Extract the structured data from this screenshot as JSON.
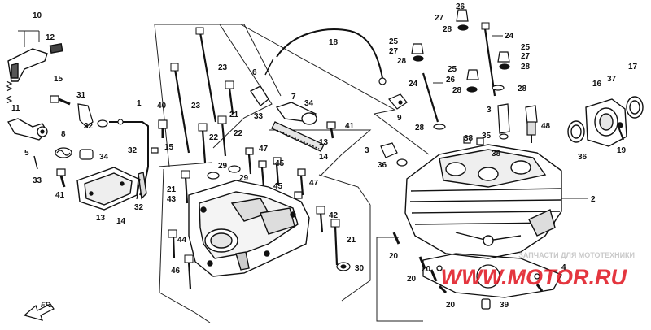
{
  "watermark": {
    "caption": "ЗАПЧАСТИ ДЛЯ МОТОТЕХНИКИ",
    "brand": "WWW.MOTOR.RU"
  },
  "direction_label": "FR.",
  "callouts": [
    {
      "id": "c1",
      "label": "10"
    },
    {
      "id": "c2",
      "label": "12"
    },
    {
      "id": "c3",
      "label": "15"
    },
    {
      "id": "c4",
      "label": "11"
    },
    {
      "id": "c5",
      "label": "31"
    },
    {
      "id": "c6",
      "label": "1"
    },
    {
      "id": "c7",
      "label": "40"
    },
    {
      "id": "c8",
      "label": "32"
    },
    {
      "id": "c9",
      "label": "5"
    },
    {
      "id": "c10",
      "label": "8"
    },
    {
      "id": "c11",
      "label": "34"
    },
    {
      "id": "c12",
      "label": "33"
    },
    {
      "id": "c13",
      "label": "41"
    },
    {
      "id": "c14",
      "label": "13"
    },
    {
      "id": "c15",
      "label": "14"
    },
    {
      "id": "c16",
      "label": "32"
    },
    {
      "id": "c17",
      "label": "15"
    },
    {
      "id": "c18",
      "label": "32"
    },
    {
      "id": "c19",
      "label": "23"
    },
    {
      "id": "c20",
      "label": "23"
    },
    {
      "id": "c21",
      "label": "21"
    },
    {
      "id": "c22",
      "label": "22"
    },
    {
      "id": "c23",
      "label": "22"
    },
    {
      "id": "c24",
      "label": "6"
    },
    {
      "id": "c25",
      "label": "18"
    },
    {
      "id": "c26",
      "label": "7"
    },
    {
      "id": "c27",
      "label": "34"
    },
    {
      "id": "c28",
      "label": "33"
    },
    {
      "id": "c29",
      "label": "41"
    },
    {
      "id": "c30",
      "label": "13"
    },
    {
      "id": "c31",
      "label": "14"
    },
    {
      "id": "c32",
      "label": "9"
    },
    {
      "id": "c33",
      "label": "3"
    },
    {
      "id": "c34",
      "label": "36"
    },
    {
      "id": "c35",
      "label": "47"
    },
    {
      "id": "c36",
      "label": "29"
    },
    {
      "id": "c37",
      "label": "29"
    },
    {
      "id": "c38",
      "label": "45"
    },
    {
      "id": "c39",
      "label": "47"
    },
    {
      "id": "c40",
      "label": "45"
    },
    {
      "id": "c41",
      "label": "21"
    },
    {
      "id": "c42",
      "label": "43"
    },
    {
      "id": "c43",
      "label": "42"
    },
    {
      "id": "c44",
      "label": "44"
    },
    {
      "id": "c45",
      "label": "21"
    },
    {
      "id": "c46",
      "label": "46"
    },
    {
      "id": "c47",
      "label": "30"
    },
    {
      "id": "c48",
      "label": "26"
    },
    {
      "id": "c49",
      "label": "27"
    },
    {
      "id": "c50",
      "label": "28"
    },
    {
      "id": "c51",
      "label": "24"
    },
    {
      "id": "c52",
      "label": "25"
    },
    {
      "id": "c53",
      "label": "27"
    },
    {
      "id": "c54",
      "label": "28"
    },
    {
      "id": "c55",
      "label": "25"
    },
    {
      "id": "c56",
      "label": "27"
    },
    {
      "id": "c57",
      "label": "28"
    },
    {
      "id": "c58",
      "label": "24"
    },
    {
      "id": "c59",
      "label": "25"
    },
    {
      "id": "c60",
      "label": "26"
    },
    {
      "id": "c61",
      "label": "28"
    },
    {
      "id": "c62",
      "label": "28"
    },
    {
      "id": "c63",
      "label": "3"
    },
    {
      "id": "c64",
      "label": "35"
    },
    {
      "id": "c65",
      "label": "38"
    },
    {
      "id": "c66",
      "label": "38"
    },
    {
      "id": "c67",
      "label": "48"
    },
    {
      "id": "c68",
      "label": "16"
    },
    {
      "id": "c69",
      "label": "37"
    },
    {
      "id": "c70",
      "label": "17"
    },
    {
      "id": "c71",
      "label": "36"
    },
    {
      "id": "c72",
      "label": "19"
    },
    {
      "id": "c73",
      "label": "2"
    },
    {
      "id": "c74",
      "label": "20"
    },
    {
      "id": "c75",
      "label": "20"
    },
    {
      "id": "c76",
      "label": "20"
    },
    {
      "id": "c77",
      "label": "4"
    },
    {
      "id": "c78",
      "label": "20"
    },
    {
      "id": "c79",
      "label": "39"
    },
    {
      "id": "c80",
      "label": "28"
    }
  ]
}
